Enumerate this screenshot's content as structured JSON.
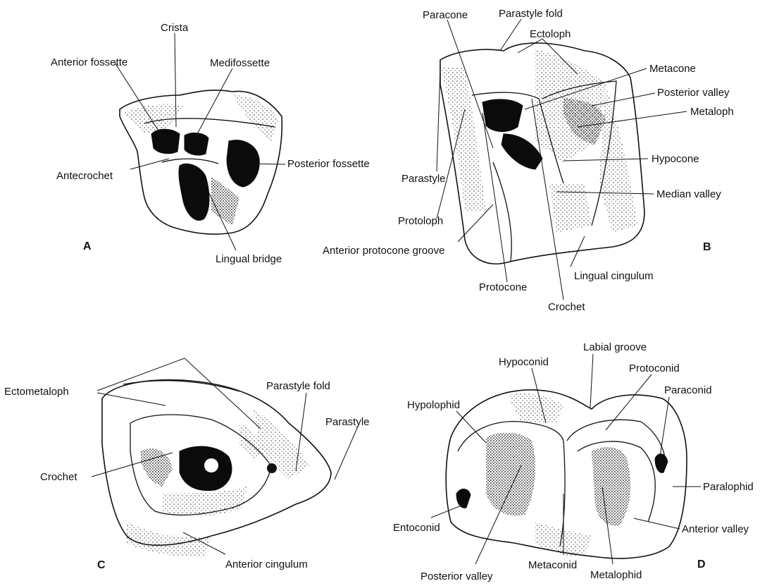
{
  "panels": [
    {
      "letter": "A",
      "labels": {
        "anterior_fossette": "Anterior fossette",
        "crista": "Crista",
        "medifossette": "Medifossette",
        "antecrochet": "Antecrochet",
        "posterior_fossette": "Posterior fossette",
        "lingual_bridge": "Lingual bridge"
      }
    },
    {
      "letter": "B",
      "labels": {
        "paracone": "Paracone",
        "parastyle_fold": "Parastyle fold",
        "ectoloph": "Ectoloph",
        "metacone": "Metacone",
        "posterior_valley": "Posterior valley",
        "metaloph": "Metaloph",
        "hypocone": "Hypocone",
        "parastyle": "Parastyle",
        "median_valley": "Median valley",
        "protoloph": "Protoloph",
        "anterior_protocone_groove": "Anterior protocone groove",
        "lingual_cingulum": "Lingual cingulum",
        "protocone": "Protocone",
        "crochet": "Crochet"
      }
    },
    {
      "letter": "C",
      "labels": {
        "ectometaloph": "Ectometaloph",
        "parastyle_fold": "Parastyle fold",
        "parastyle": "Parastyle",
        "crochet": "Crochet",
        "anterior_cingulum": "Anterior cingulum"
      }
    },
    {
      "letter": "D",
      "labels": {
        "hypoconid": "Hypoconid",
        "labial_groove": "Labial groove",
        "protoconid": "Protoconid",
        "paraconid": "Paraconid",
        "hypolophid": "Hypolophid",
        "paralophid": "Paralophid",
        "entoconid": "Entoconid",
        "anterior_valley": "Anterior valley",
        "posterior_valley": "Posterior valley",
        "metaconid": "Metaconid",
        "metalophid": "Metalophid"
      }
    }
  ]
}
